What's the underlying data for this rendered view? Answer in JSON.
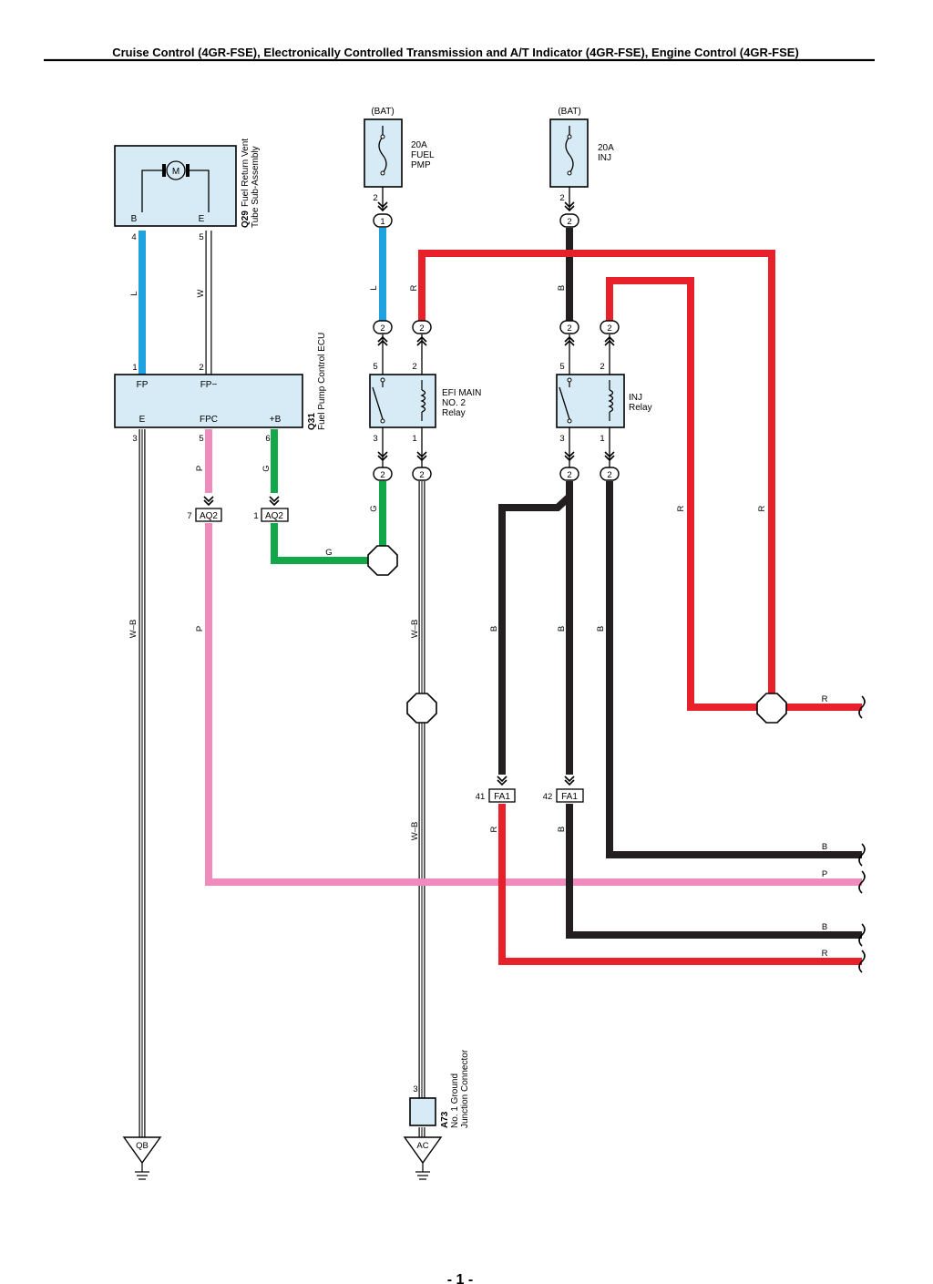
{
  "header": {
    "title": "Cruise Control (4GR-FSE), Electronically Controlled Transmission and A/T Indicator (4GR-FSE), Engine Control (4GR-FSE)"
  },
  "footer": {
    "page": "- 1 -"
  },
  "colors": {
    "L": "#1fa3e0",
    "R": "#e8202a",
    "B": "#231f20",
    "G": "#12a84a",
    "P": "#f08bbd",
    "W": "#ffffff",
    "box_fill": "#d6ebf5"
  },
  "bat_fuel": {
    "bat": "(BAT)",
    "rating": "20A",
    "name1": "FUEL",
    "name2": "PMP",
    "pin": "2",
    "conn": "1"
  },
  "bat_inj": {
    "bat": "(BAT)",
    "rating": "20A",
    "name": "INJ",
    "pin": "2",
    "conn": "2"
  },
  "q29": {
    "code": "Q29",
    "name1": "Fuel Return Vent",
    "name2": "Tube Sub-Assembly",
    "motor": "M",
    "term_b": "B",
    "term_e": "E",
    "pin_b": "4",
    "pin_e": "5"
  },
  "q31": {
    "code": "Q31",
    "name": "Fuel Pump Control ECU",
    "fp": "FP",
    "fpm": "FP−",
    "e": "E",
    "fpc": "FPC",
    "pb": "+B",
    "pin_fp": "1",
    "pin_fpm": "2",
    "pin_e": "3",
    "pin_fpc": "5",
    "pin_pb": "6"
  },
  "efi_relay": {
    "name1": "EFI MAIN",
    "name2": "NO. 2",
    "name3": "Relay",
    "pin5": "5",
    "pin2": "2",
    "pin3": "3",
    "pin1": "1"
  },
  "inj_relay": {
    "name1": "INJ",
    "name2": "Relay",
    "pin5": "5",
    "pin2": "2",
    "pin3": "3",
    "pin1": "1"
  },
  "conns": {
    "c2": "2",
    "aq2_a": "AQ2",
    "aq2_a_pin": "7",
    "aq2_b": "AQ2",
    "aq2_b_pin": "1",
    "fa1_a": "FA1",
    "fa1_a_pin": "41",
    "fa1_b": "FA1",
    "fa1_b_pin": "42"
  },
  "a73": {
    "code": "A73",
    "name1": "No. 1 Ground",
    "name2": "Junction Connector",
    "pin": "3"
  },
  "grounds": {
    "qb": "QB",
    "ac": "AC"
  },
  "wire_labels": {
    "l": "L",
    "w": "W",
    "r": "R",
    "b": "B",
    "g": "G",
    "p": "P",
    "wb": "W–B"
  }
}
